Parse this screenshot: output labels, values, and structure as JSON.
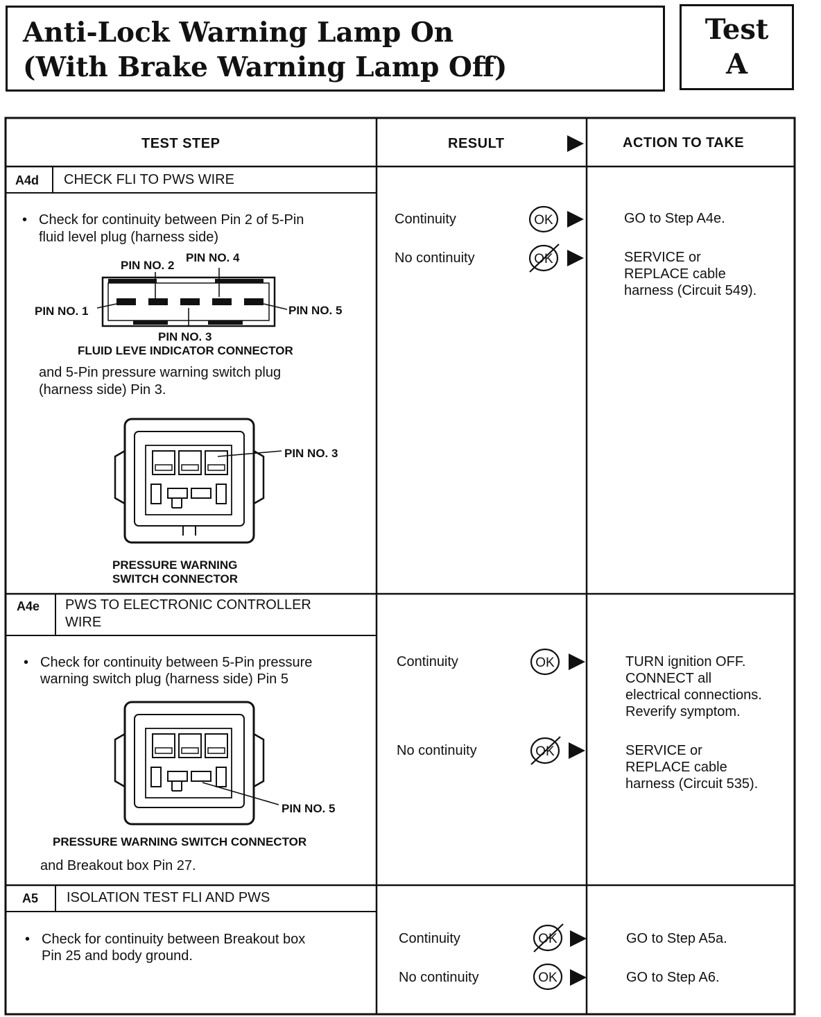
{
  "header": {
    "title_line1": "Anti-Lock Warning Lamp On",
    "title_line2": "(With Brake Warning Lamp Off)",
    "test_word": "Test",
    "test_letter": "A"
  },
  "columns": {
    "test_step": "TEST STEP",
    "result": "RESULT",
    "action": "ACTION TO TAKE"
  },
  "steps": [
    {
      "id": "A4d",
      "title": "CHECK FLI TO PWS WIRE",
      "instruction_line1": "Check for continuity between Pin 2 of 5-Pin",
      "instruction_line2": "fluid level plug (harness side)",
      "fli_diagram": {
        "pin1": "PIN NO. 1",
        "pin2": "PIN NO. 2",
        "pin3": "PIN NO. 3",
        "pin4": "PIN NO. 4",
        "pin5": "PIN NO. 5",
        "caption": "FLUID LEVE INDICATOR CONNECTOR"
      },
      "continuation_line1": "and 5-Pin pressure warning switch plug",
      "continuation_line2": "(harness side) Pin 3.",
      "pws_diagram": {
        "pin": "PIN NO. 3",
        "caption_line1": "PRESSURE WARNING",
        "caption_line2": "SWITCH CONNECTOR"
      },
      "results": [
        {
          "label": "Continuity",
          "badge": "OK",
          "action_lines": [
            "GO to Step A4e."
          ]
        },
        {
          "label": "No continuity",
          "badge": "OK",
          "action_lines": [
            "SERVICE or",
            "REPLACE cable",
            "harness (Circuit 549)."
          ]
        }
      ]
    },
    {
      "id": "A4e",
      "title_line1": "PWS TO ELECTRONIC CONTROLLER",
      "title_line2": "WIRE",
      "instruction_line1": "Check for continuity between 5-Pin pressure",
      "instruction_line2": "warning switch plug (harness side) Pin 5",
      "pws_diagram": {
        "pin": "PIN NO. 5",
        "caption": "PRESSURE WARNING SWITCH CONNECTOR"
      },
      "continuation": "and Breakout box Pin 27.",
      "results": [
        {
          "label": "Continuity",
          "badge": "OK",
          "action_lines": [
            "TURN ignition OFF.",
            "CONNECT all",
            "electrical connections.",
            "Reverify symptom."
          ]
        },
        {
          "label": "No continuity",
          "badge": "OK",
          "action_lines": [
            "SERVICE or",
            "REPLACE cable",
            "harness (Circuit 535)."
          ]
        }
      ]
    },
    {
      "id": "A5",
      "title": "ISOLATION TEST FLI AND PWS",
      "instruction_line1": "Check for continuity between Breakout box",
      "instruction_line2": "Pin 25 and body ground.",
      "results": [
        {
          "label": "Continuity",
          "badge": "OK",
          "action_lines": [
            "GO to Step A5a."
          ]
        },
        {
          "label": "No continuity",
          "badge": "OK",
          "action_lines": [
            "GO to Step A6."
          ]
        }
      ]
    }
  ]
}
